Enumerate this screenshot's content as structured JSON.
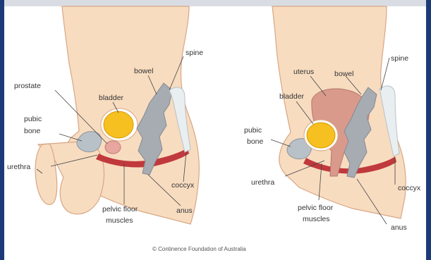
{
  "colors": {
    "skin": "#f7dcc0",
    "skin_edge": "#d9a684",
    "bladder": "#f6c020",
    "bladder_edge": "#d89b00",
    "bone": "#b9c1c8",
    "bowel": "#a7acb3",
    "muscle": "#c0393c",
    "uterus": "#d99a8c",
    "prostate": "#e7a6a0",
    "spine": "#e9eef0",
    "frame": "#1d3a78",
    "frame_top": "#d9dde3"
  },
  "male": {
    "labels": {
      "spine": "spine",
      "bowel": "bowel",
      "prostate": "prostate",
      "bladder": "bladder",
      "pubic_bone": [
        "pubic",
        "bone"
      ],
      "urethra": "urethra",
      "coccyx": "coccyx",
      "pelvic_floor": [
        "pelvic floor",
        "muscles"
      ],
      "anus": "anus"
    }
  },
  "female": {
    "labels": {
      "uterus": "uterus",
      "bowel": "bowel",
      "spine": "spine",
      "bladder": "bladder",
      "pubic_bone": [
        "pubic",
        "bone"
      ],
      "urethra": "urethra",
      "coccyx": "coccyx",
      "pelvic_floor": [
        "pelvic floor",
        "muscles"
      ],
      "anus": "anus"
    }
  },
  "credit": "© Continence Foundation of Australia"
}
